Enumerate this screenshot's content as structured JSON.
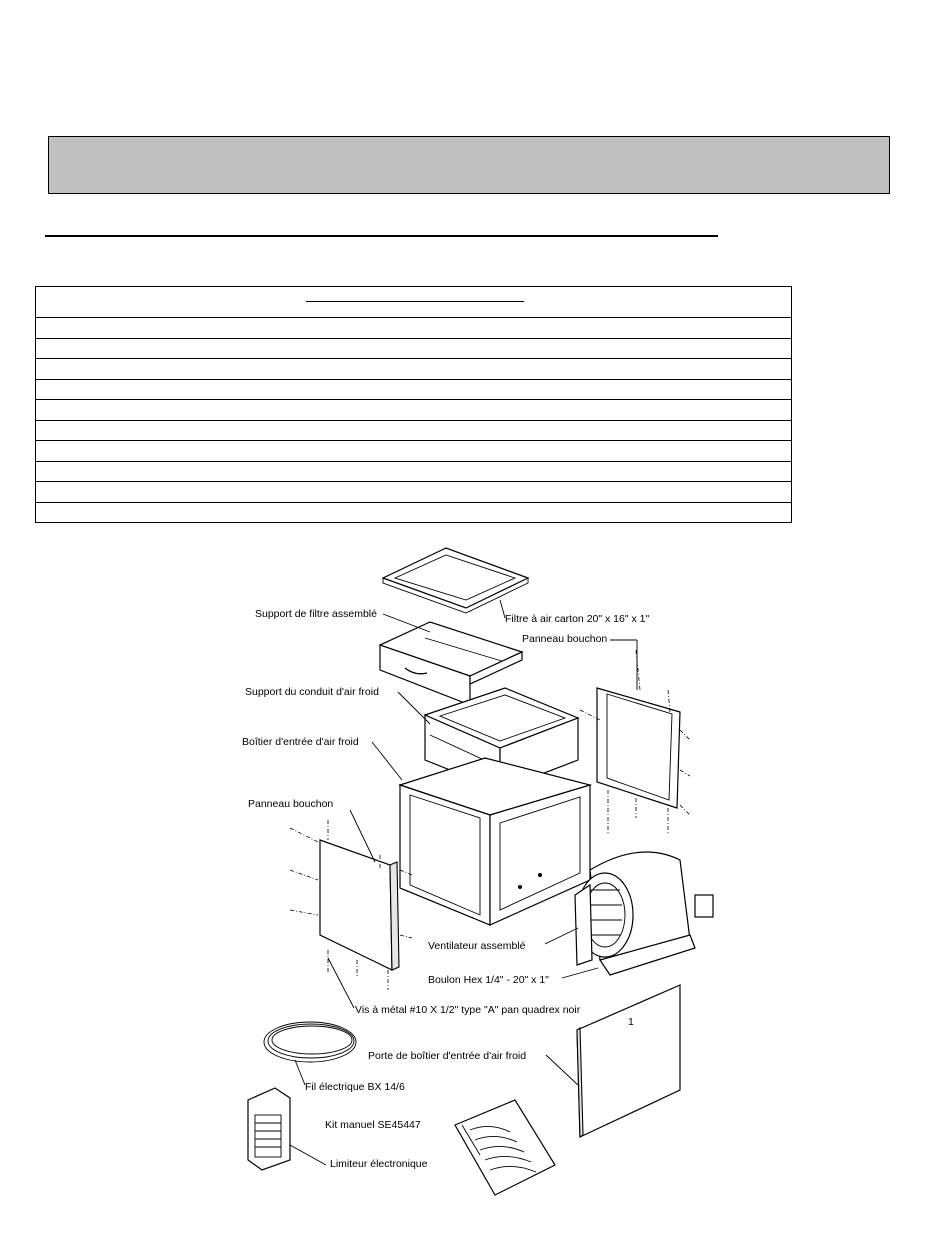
{
  "labels": {
    "filter": "Filtre à air carton 20\" x 16\" x 1\"",
    "filter_support": "Support de filtre assemblé",
    "plug_panel_right": "Panneau bouchon",
    "cold_duct_support": "Support du conduit d'air froid",
    "cold_inlet_box": "Boîtier d'entrée d'air froid",
    "plug_panel_left": "Panneau bouchon",
    "fan": "Ventilateur assemblé",
    "hex_bolt": "Boulon Hex 1/4\" - 20\" x 1\"",
    "screw": "Vis à métal #10  X 1/2\" type \"A\" pan quadrex noir",
    "door": "Porte de boîtier d'entrée d'air froid",
    "bx_wire": "Fil électrique BX 14/6",
    "manual_kit": "Kit manuel SE45447",
    "limiter": "Limiteur électronique",
    "door_mark": "1"
  },
  "colors": {
    "band": "#c0c0c0",
    "ink": "#000000"
  }
}
